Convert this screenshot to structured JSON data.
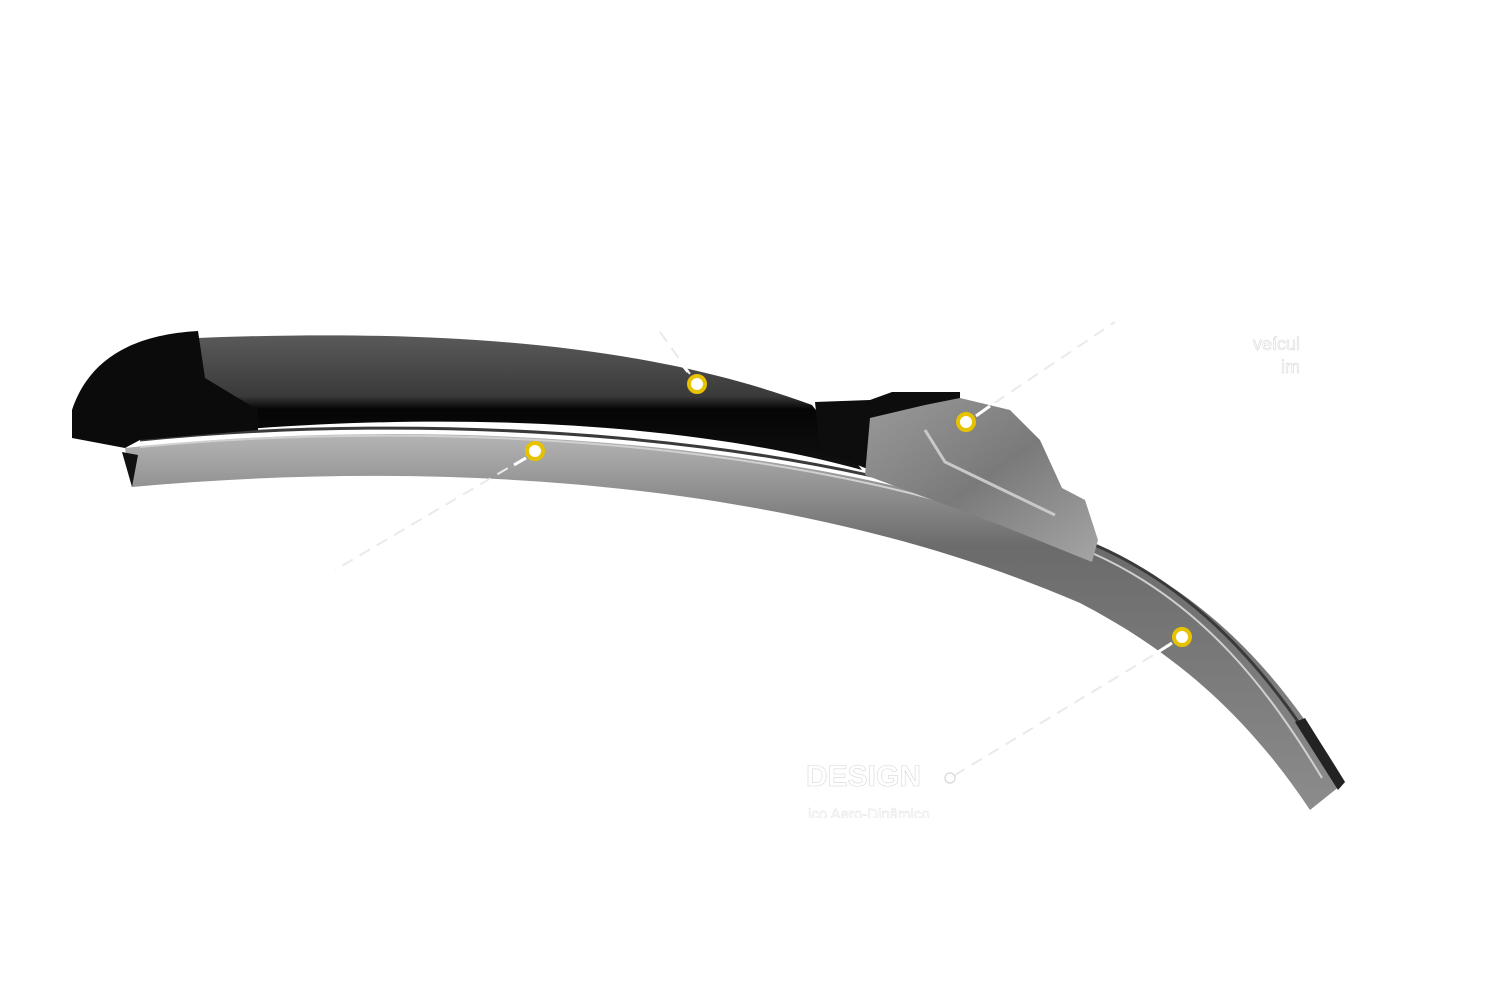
{
  "product": "wiper-blade",
  "colors": {
    "hotspot_ring": "#e6c200",
    "hotspot_fill": "#ffffff",
    "blade_dark": "#0a0a0a",
    "blade_grey": "#7a7a7a"
  },
  "hotspots": [
    {
      "id": "spoiler"
    },
    {
      "id": "rubber"
    },
    {
      "id": "adapter"
    },
    {
      "id": "design"
    }
  ],
  "labels": {
    "design_title": "DESIGN",
    "design_subtitle": "ico Aero-Dinâmico",
    "right_line1": "veícul",
    "right_line2": "im"
  }
}
